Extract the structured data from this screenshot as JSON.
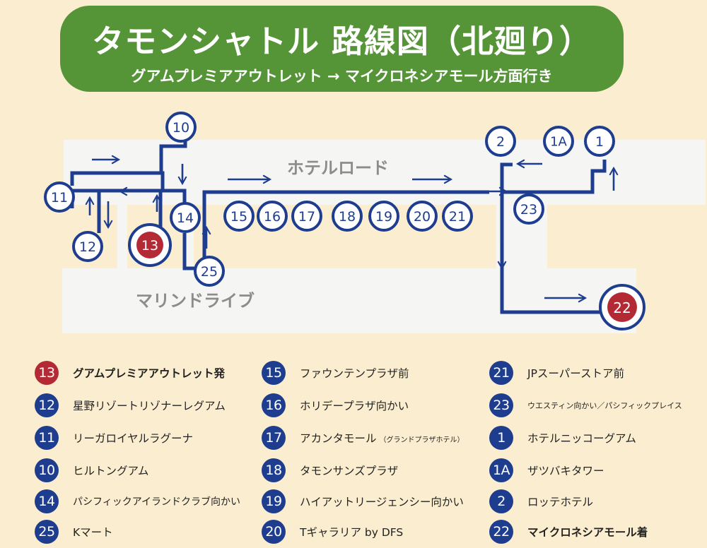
{
  "header": {
    "title": "タモンシャトル 路線図（北廻り）",
    "subtitle": "グアムプレミアアウトレット → マイクロネシアモール方面行き"
  },
  "roads": {
    "hotel_road": "ホテルロード",
    "marine_drive": "マリンドライブ"
  },
  "stops": {
    "s13": "13",
    "s12": "12",
    "s11": "11",
    "s10": "10",
    "s14": "14",
    "s25": "25",
    "s15": "15",
    "s16": "16",
    "s17": "17",
    "s18": "18",
    "s19": "19",
    "s20": "20",
    "s21": "21",
    "s23": "23",
    "s1": "1",
    "s1A": "1A",
    "s2": "2",
    "s22": "22"
  },
  "legend": [
    {
      "num": "13",
      "name": "グアムプレミアアウトレット発"
    },
    {
      "num": "12",
      "name": "星野リゾートリゾナーレグアム"
    },
    {
      "num": "11",
      "name": "リーガロイヤルラグーナ"
    },
    {
      "num": "10",
      "name": "ヒルトングアム"
    },
    {
      "num": "14",
      "name": "パシフィックアイランドクラブ向かい"
    },
    {
      "num": "25",
      "name": "Kマート"
    },
    {
      "num": "15",
      "name": "ファウンテンプラザ前"
    },
    {
      "num": "16",
      "name": "ホリデープラザ向かい"
    },
    {
      "num": "17",
      "name": "アカンタモール",
      "note": "（グランドプラザホテル）"
    },
    {
      "num": "18",
      "name": "タモンサンズプラザ"
    },
    {
      "num": "19",
      "name": "ハイアットリージェンシー向かい"
    },
    {
      "num": "20",
      "name": "Tギャラリア by DFS"
    },
    {
      "num": "21",
      "name": "JPスーパーストア前"
    },
    {
      "num": "23",
      "name": "ウエスティン向かい／パシフィックプレイス"
    },
    {
      "num": "1",
      "name": "ホテルニッコーグアム"
    },
    {
      "num": "1A",
      "name": "ザツバキタワー"
    },
    {
      "num": "2",
      "name": "ロッテホテル"
    },
    {
      "num": "22",
      "name": "マイクロネシアモール着"
    }
  ],
  "colors": {
    "background": "#fbeed0",
    "header_green": "#559437",
    "road": "#f5f5f3",
    "route_blue": "#1e3d8f",
    "terminal_red": "#b32a35"
  }
}
